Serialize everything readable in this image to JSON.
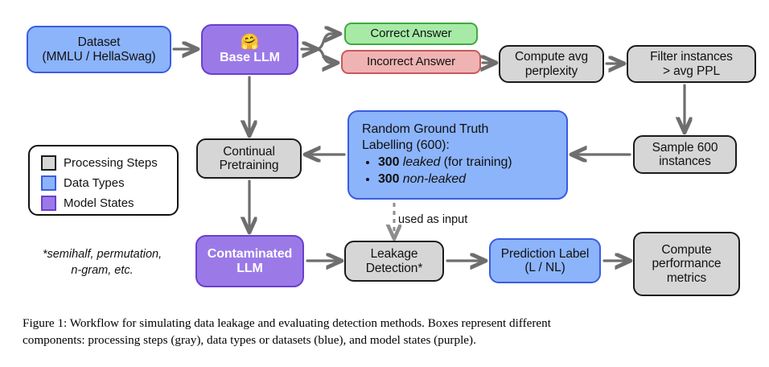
{
  "figure": {
    "caption_line1": "Figure 1: Workflow for simulating data leakage and evaluating detection methods.  Boxes represent different",
    "caption_line2": "components: processing steps (gray), data types or datasets (blue), and model states (purple)."
  },
  "colors": {
    "gray_fill": "#d6d6d6",
    "gray_border": "#1b1b1b",
    "blue_fill": "#8cb4fb",
    "blue_border": "#3b5ce0",
    "purple_fill": "#9b7ae8",
    "purple_border": "#6a3fd0",
    "green_fill": "#a6eaa6",
    "green_border": "#3faa3f",
    "red_fill": "#f0b3b3",
    "red_border": "#c85a5a",
    "arrow": "#6e6e6e"
  },
  "nodes": {
    "dataset": {
      "line1": "Dataset",
      "line2": "(MMLU / HellaSwag)",
      "type": "data"
    },
    "base_llm": {
      "icon": "hugging-face-emoji",
      "icon_glyph": "🤗",
      "label": "Base LLM",
      "type": "model"
    },
    "correct_answer": {
      "label": "Correct Answer",
      "type": "data-correct"
    },
    "incorrect_answer": {
      "label": "Incorrect Answer",
      "type": "data-incorrect"
    },
    "compute_perplexity": {
      "line1": "Compute avg",
      "line2": "perplexity",
      "type": "process"
    },
    "filter_instances": {
      "line1": "Filter instances",
      "line2": "> avg PPL",
      "type": "process"
    },
    "sample_instances": {
      "line1": "Sample 600",
      "line2": "instances",
      "type": "process"
    },
    "random_ground_truth": {
      "line1": "Random Ground Truth",
      "line2": "Labelling (600):",
      "bullets": [
        {
          "count": "300",
          "emph": "leaked",
          "rest": " (for training)"
        },
        {
          "count": "300",
          "emph": "non-leaked",
          "rest": ""
        }
      ],
      "type": "data"
    },
    "continual_pretraining": {
      "line1": "Continual",
      "line2": "Pretraining",
      "type": "process"
    },
    "contaminated_llm": {
      "line1": "Contaminated",
      "line2": "LLM",
      "type": "model"
    },
    "leakage_detection": {
      "line1": "Leakage",
      "line2": "Detection*",
      "type": "process"
    },
    "prediction_label": {
      "line1": "Prediction Label",
      "line2": "(L / NL)",
      "type": "data"
    },
    "compute_metrics": {
      "line1": "Compute",
      "line2": "performance",
      "line3": "metrics",
      "type": "process"
    }
  },
  "legend": {
    "items": [
      {
        "label": "Processing Steps",
        "swatch": "gray"
      },
      {
        "label": "Data Types",
        "swatch": "blue"
      },
      {
        "label": "Model States",
        "swatch": "purple"
      }
    ]
  },
  "annotations": {
    "footnote_line1": "*semihalf, permutation,",
    "footnote_line2": "n-gram, etc.",
    "used_as_input": "used as input"
  }
}
